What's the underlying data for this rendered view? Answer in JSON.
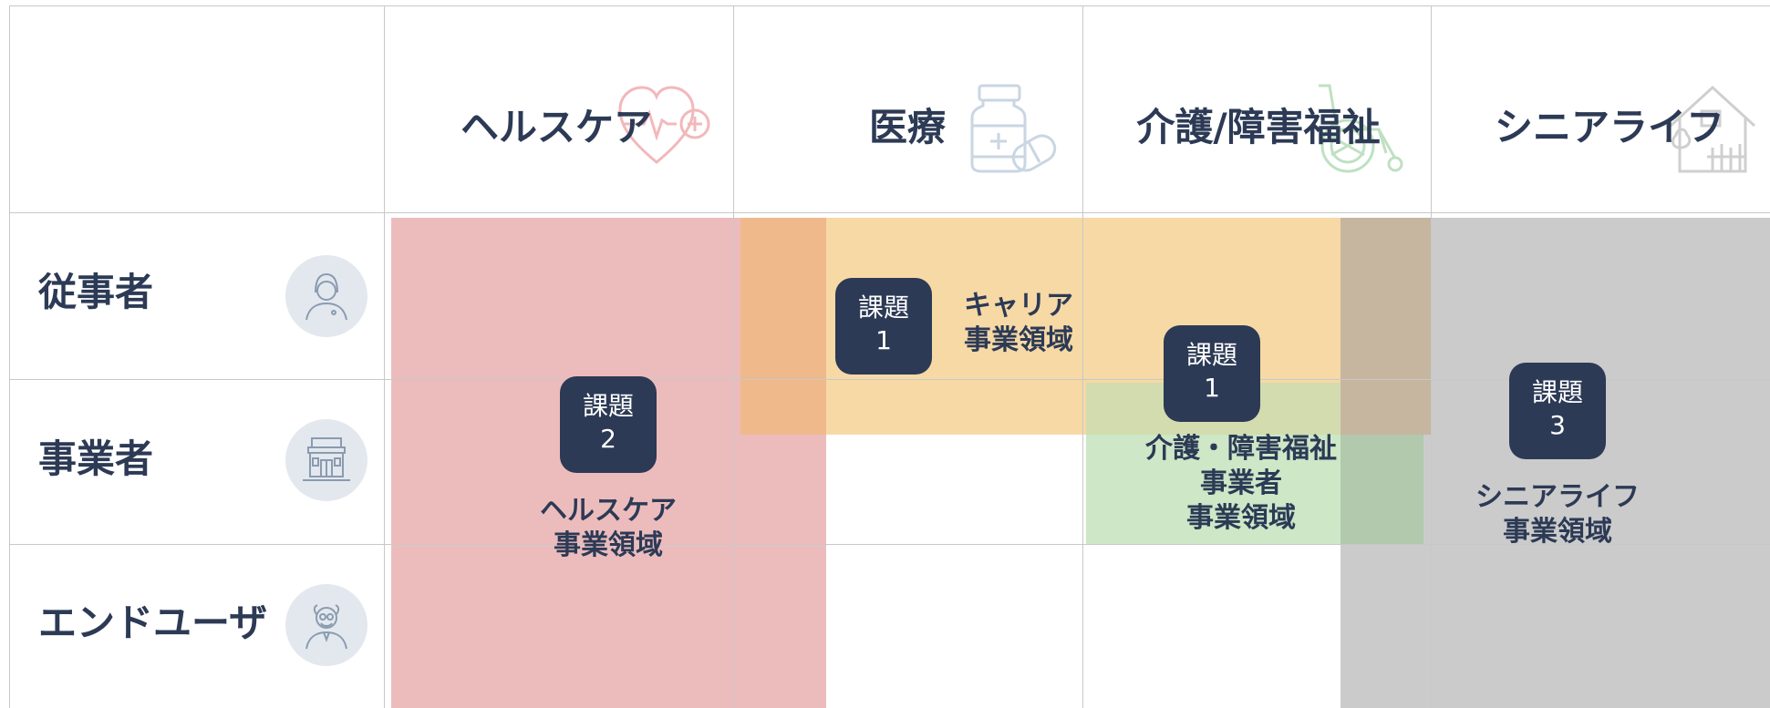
{
  "columns": [
    {
      "label": "ヘルスケア",
      "icon": "heart-pulse-icon"
    },
    {
      "label": "医療",
      "icon": "medicine-bottle-icon"
    },
    {
      "label": "介護/障害福祉",
      "icon": "wheelchair-icon"
    },
    {
      "label": "シニアライフ",
      "icon": "house-icon"
    }
  ],
  "rows": [
    {
      "label": "従事者",
      "icon": "worker-avatar-icon"
    },
    {
      "label": "事業者",
      "icon": "building-icon"
    },
    {
      "label": "エンドユーザ",
      "icon": "elderly-avatar-icon"
    }
  ],
  "regions": {
    "healthcare": {
      "badge_title": "課題",
      "badge_number": "2",
      "label_line1": "ヘルスケア",
      "label_line2": "事業領域",
      "color": "#e89a9c"
    },
    "career": {
      "badge_title": "課題",
      "badge_number": "1",
      "label_line1": "キャリア",
      "label_line2": "事業領域",
      "color": "#f5c98a"
    },
    "care": {
      "badge_title": "課題",
      "badge_number": "1",
      "label_line1": "介護・障害福祉",
      "label_line2": "事業者",
      "label_line3": "事業領域",
      "color": "#a9dcaa"
    },
    "senior": {
      "badge_title": "課題",
      "badge_number": "3",
      "label_line1": "シニアライフ",
      "label_line2": "事業領域",
      "color": "#b9b9b9"
    }
  },
  "colors": {
    "text": "#2c3a55",
    "grid": "#c8c8c8",
    "badge": "#2c3a55",
    "avatar_bg": "#e3e8ee"
  }
}
